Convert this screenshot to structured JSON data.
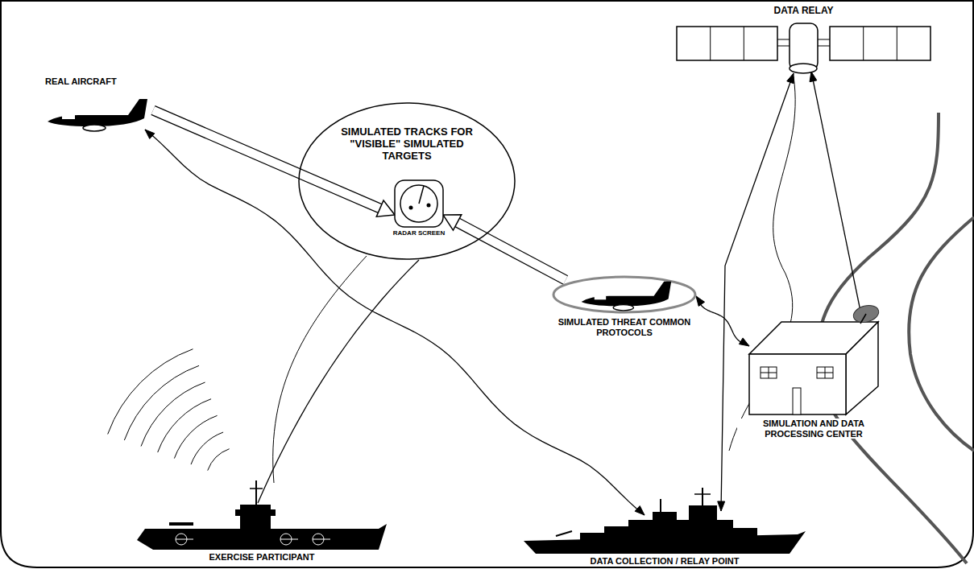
{
  "diagram": {
    "nodes": [
      {
        "text": [
          "DATA RELAY"
        ]
      },
      {
        "text": [
          "SIMULATED TRACKS FOR \"VISIBLE\" SIMULATED TARGETS"
        ]
      },
      {
        "text": [
          "RADAR SCREEN"
        ],
        "in": 1
      },
      {
        "text": [
          "REAL AIRCRAFT"
        ]
      },
      {
        "text": [
          "SIMULATED THREAT COMMON PROTOCOLS"
        ]
      },
      {
        "text": [
          "SIMULATION AND DATA PROCESSING CENTER"
        ]
      },
      {
        "text": [
          "EXERCISE PARTICIPANT"
        ]
      },
      {
        "text": [
          "DATA COLLECTION / RELAY POINT"
        ]
      }
    ],
    "edges": [
      {
        "from": 3,
        "to": 2,
        "arrow": "to"
      },
      {
        "from": 4,
        "to": 2,
        "arrow": "to"
      },
      {
        "from": 6,
        "to": 1,
        "arrow": "none"
      },
      {
        "from": 3,
        "to": 7,
        "arrow": "both"
      },
      {
        "from": 4,
        "to": 5,
        "arrow": "both"
      },
      {
        "from": 0,
        "to": 7,
        "arrow": "both"
      },
      {
        "from": 0,
        "to": 5,
        "arrow": "both"
      }
    ]
  }
}
